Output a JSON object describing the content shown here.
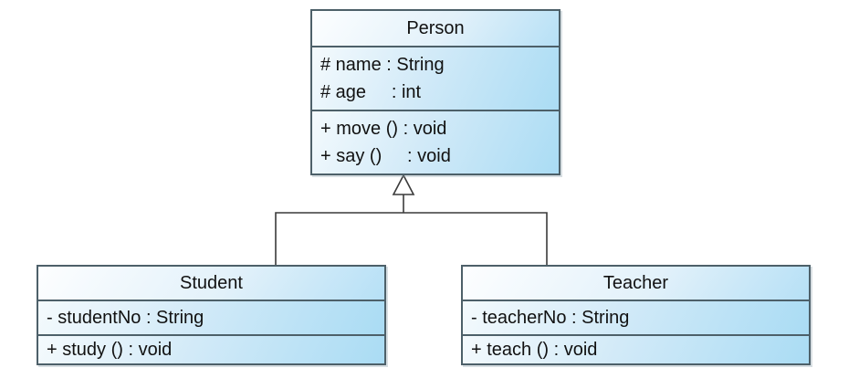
{
  "style": {
    "background": "#ffffff",
    "box_border_color": "#4d6069",
    "box_fill_light": "#fdfeff",
    "box_fill_blue": "#aadcf4",
    "connector_color": "#3a3a3a",
    "text_color": "#111111"
  },
  "classes": {
    "person": {
      "name": "Person",
      "attributes": [
        "# name : String",
        "# age     : int"
      ],
      "methods": [
        "+ move () : void",
        "+ say ()     : void"
      ]
    },
    "student": {
      "name": "Student",
      "attributes": [
        "- studentNo : String"
      ],
      "methods": [
        "+ study () : void"
      ]
    },
    "teacher": {
      "name": "Teacher",
      "attributes": [
        "- teacherNo : String"
      ],
      "methods": [
        "+ teach () : void"
      ]
    }
  },
  "relationships": [
    {
      "type": "generalization",
      "from": "Student",
      "to": "Person"
    },
    {
      "type": "generalization",
      "from": "Teacher",
      "to": "Person"
    }
  ]
}
